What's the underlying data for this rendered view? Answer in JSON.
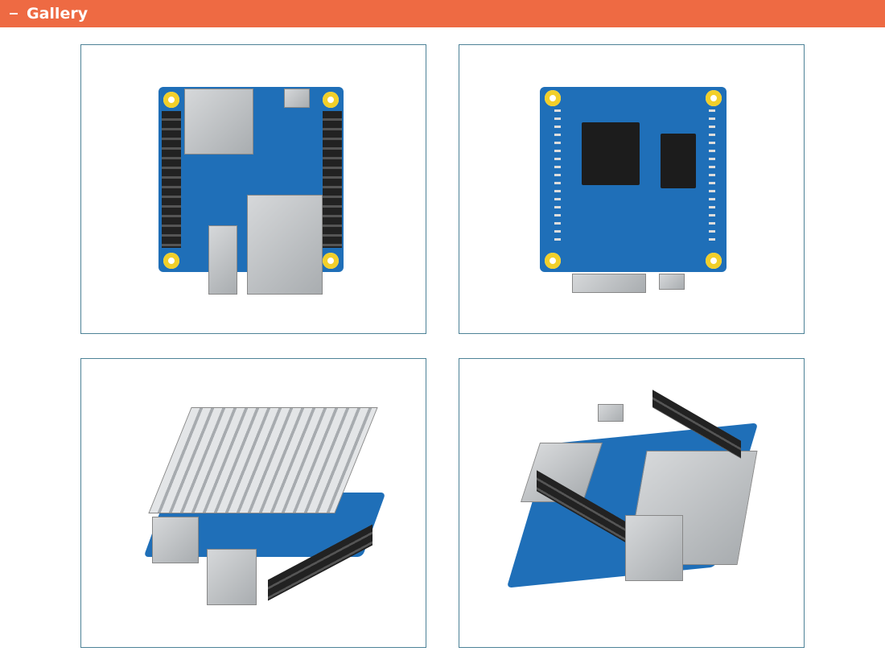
{
  "section": {
    "title": "Gallery",
    "toggle_icon": "minus-icon",
    "header_color": "#ee6a43"
  },
  "gallery": {
    "images": [
      {
        "subject": "board-top-view"
      },
      {
        "subject": "board-bottom-view"
      },
      {
        "subject": "board-with-heatsink"
      },
      {
        "subject": "board-angled-view"
      }
    ]
  }
}
